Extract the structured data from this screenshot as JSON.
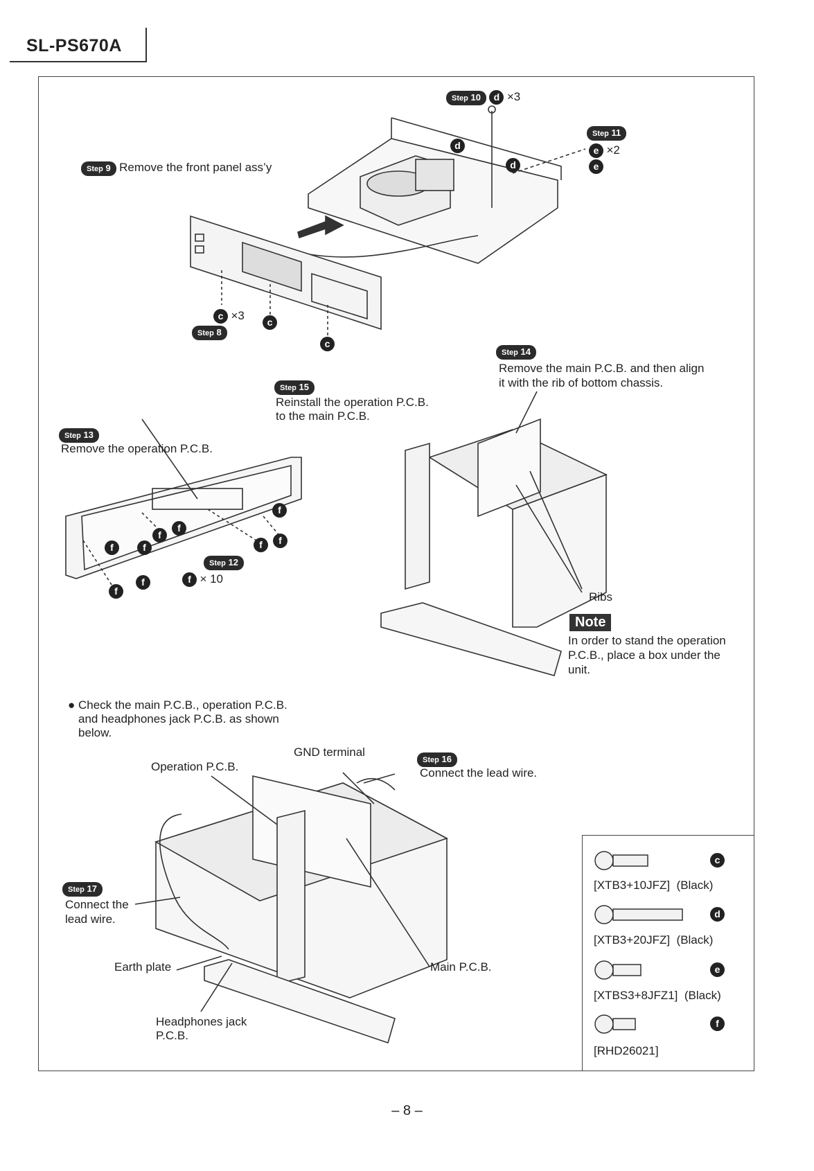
{
  "header": {
    "model": "SL-PS670A"
  },
  "step_word": "Step",
  "steps": {
    "s10": {
      "num": "10",
      "part": "d",
      "qty": "×3"
    },
    "s11": {
      "num": "11",
      "part": "e",
      "qty": "×2"
    },
    "s9": {
      "num": "9",
      "text": "Remove the front panel ass’y"
    },
    "s8": {
      "num": "8",
      "part": "c",
      "qty": "×3"
    },
    "s14": {
      "num": "14",
      "line1": "Remove the main P.C.B. and then align",
      "line2": "it with the rib of bottom chassis."
    },
    "s15": {
      "num": "15",
      "line1": "Reinstall the operation P.C.B.",
      "line2": "to the main P.C.B."
    },
    "s13": {
      "num": "13",
      "text": "Remove the operation P.C.B."
    },
    "s12": {
      "num": "12",
      "part": "f",
      "qty": "× 10"
    },
    "s16": {
      "num": "16",
      "text": "Connect the lead wire."
    },
    "s17": {
      "num": "17",
      "line1": "Connect the",
      "line2": "lead wire."
    }
  },
  "labels": {
    "ribs": "Ribs",
    "note_title": "Note",
    "note_line1": "In order to stand the operation",
    "note_line2": "P.C.B., place a box under the",
    "note_line3": "unit.",
    "check_line1": "Check the main P.C.B., operation P.C.B.",
    "check_line2": "and headphones jack P.C.B. as shown",
    "check_line3": "below.",
    "gnd_terminal": "GND terminal",
    "operation_pcb": "Operation P.C.B.",
    "earth_plate": "Earth plate",
    "main_pcb": "Main P.C.B.",
    "headphones_line1": "Headphones jack",
    "headphones_line2": "P.C.B."
  },
  "screw_letters": {
    "c": "c",
    "d": "d",
    "e": "e",
    "f": "f"
  },
  "legend": [
    {
      "letter": "c",
      "part": "[XTB3+10JFZ]",
      "color": "(Black)"
    },
    {
      "letter": "d",
      "part": "[XTB3+20JFZ]",
      "color": "(Black)"
    },
    {
      "letter": "e",
      "part": "[XTBS3+8JFZ1]",
      "color": "(Black)"
    },
    {
      "letter": "f",
      "part": "[RHD26021]",
      "color": ""
    }
  ],
  "footer": {
    "page": "– 8 –"
  }
}
